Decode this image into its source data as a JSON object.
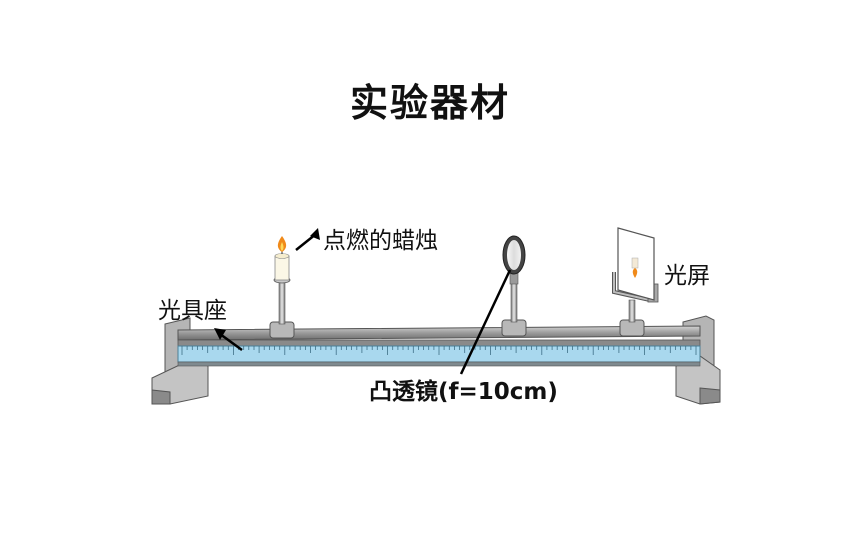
{
  "title": "实验器材",
  "labels": {
    "candle": "点燃的蜡烛",
    "screen": "光屏",
    "bench": "光具座",
    "lens": "凸透镜(f=10cm)"
  },
  "colors": {
    "rail": "#8d8d8d",
    "scale": "#a9d8ee",
    "flame": "#f08a1a",
    "text": "#111111"
  }
}
